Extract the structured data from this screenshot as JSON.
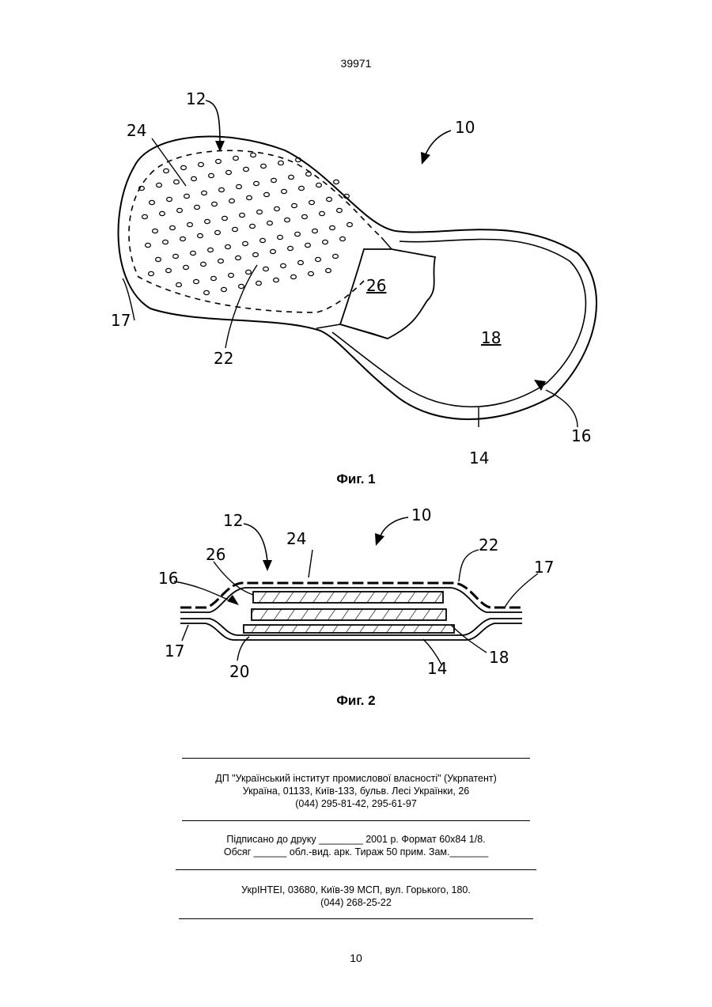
{
  "header": {
    "doc_number": "39971"
  },
  "figure1": {
    "caption": "Фиг. 1",
    "labels": {
      "l10": "10",
      "l12": "12",
      "l24": "24",
      "l26": "26",
      "l17": "17",
      "l22": "22",
      "l18": "18",
      "l16": "16",
      "l14": "14"
    }
  },
  "figure2": {
    "caption": "Фиг. 2",
    "labels": {
      "l10": "10",
      "l12": "12",
      "l24": "24",
      "l22": "22",
      "l26": "26",
      "l16": "16",
      "l17a": "17",
      "l17b": "17",
      "l20": "20",
      "l14": "14",
      "l18": "18"
    }
  },
  "imprint": {
    "block1": {
      "line1": "ДП \"Український інститут промислової власності\" (Укрпатент)",
      "line2": "Україна, 01133, Київ-133, бульв. Лесі Українки, 26",
      "line3": "(044) 295-81-42, 295-61-97"
    },
    "block2": {
      "line1": "Підписано до друку ________ 2001 р.    Формат 60х84 1/8.",
      "line2": "Обсяг ______ обл.-вид. арк.   Тираж 50 прим.    Зам._______"
    },
    "block3": {
      "line1": "УкрІНТЕІ, 03680, Київ-39 МСП, вул. Горького, 180.",
      "line2": "(044) 268-25-22"
    }
  },
  "footer": {
    "page_number": "10"
  }
}
